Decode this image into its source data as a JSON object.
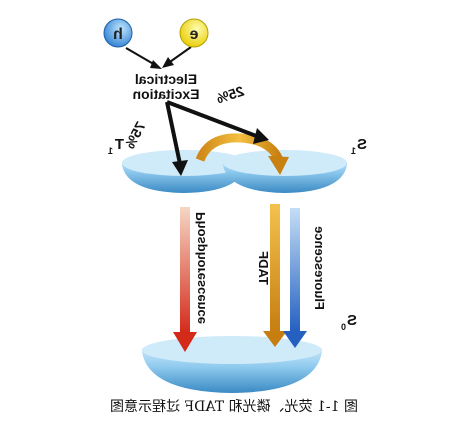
{
  "particles": {
    "hole": {
      "symbol": "h",
      "color": "#3a8fd8",
      "icon": "hole-circle"
    },
    "electron": {
      "symbol": "e",
      "color": "#f0e000",
      "icon": "electron-circle"
    }
  },
  "excitation": {
    "line1": "Electrical",
    "line2": "Excitation"
  },
  "states": {
    "t1": "T",
    "t1_sub": "1",
    "s1": "S",
    "s1_sub": "1",
    "s0": "S",
    "s0_sub": "0"
  },
  "percentages": {
    "triplet": "75%",
    "singlet": "25%"
  },
  "processes": {
    "phosphorescence": "Phosphorescence",
    "tadf": "TADF",
    "fluorescence": "Fluorescence"
  },
  "colors": {
    "disk_light": "#d8eefa",
    "disk_mid": "#8cc8ec",
    "disk_dark": "#3d8fc8",
    "arrow_black": "#111111",
    "rise_arrow": "#e0a020",
    "phos_top": "#f4c8b0",
    "phos_bottom": "#d42a1a",
    "tadf_top": "#f0b840",
    "tadf_bottom": "#c88010",
    "fluor_top": "#b8d8f4",
    "fluor_bottom": "#2a6ac8"
  },
  "caption": "图 1-1 荧光、磷光和 TADF 过程示意图"
}
